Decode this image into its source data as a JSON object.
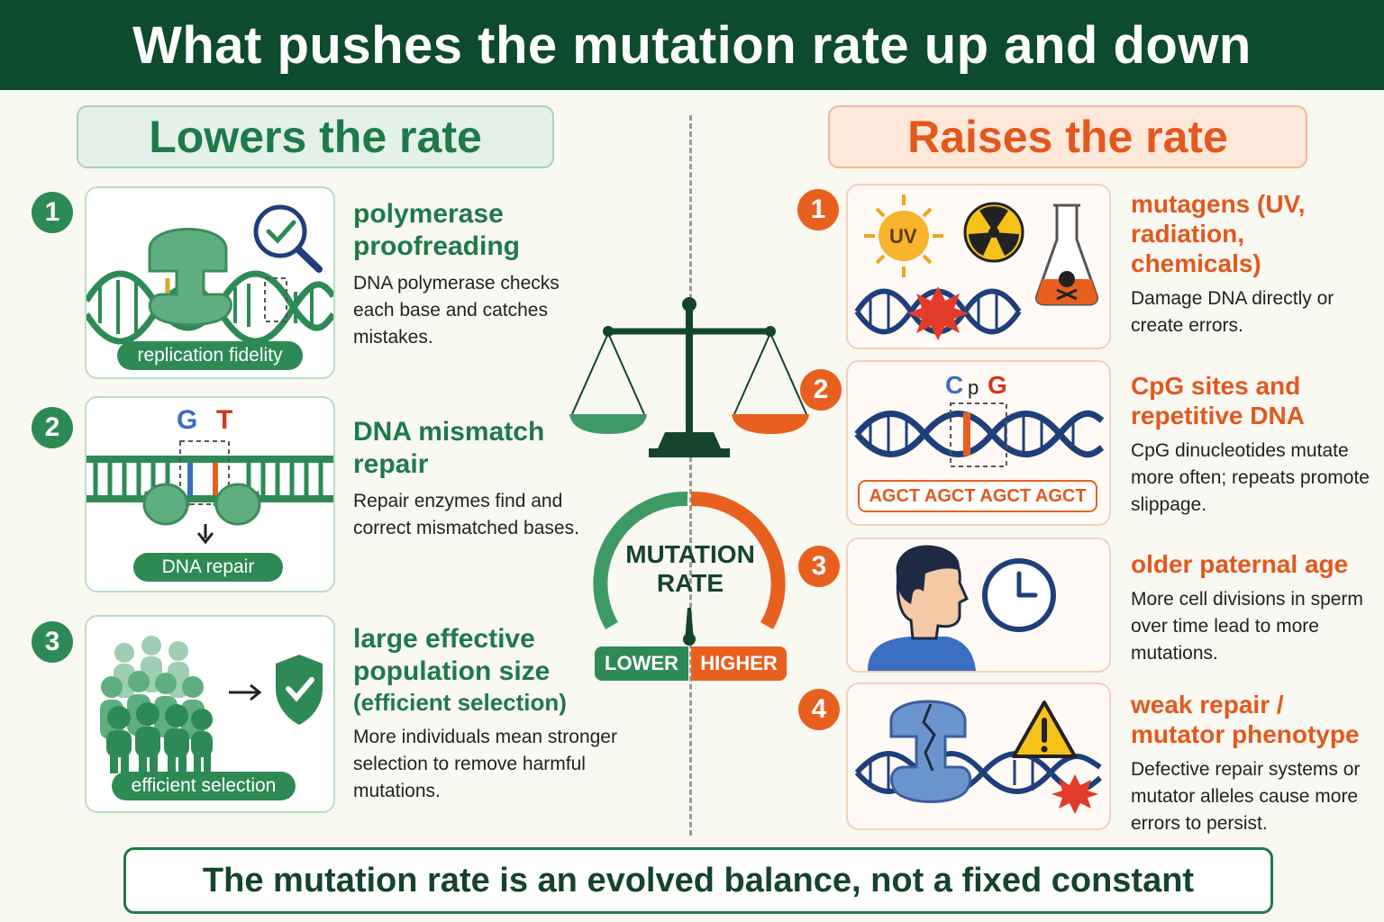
{
  "title": "What pushes the mutation rate up and down",
  "lowers": {
    "heading": "Lowers the rate",
    "items": [
      {
        "num": "1",
        "title": "polymerase proofreading",
        "subtitle": "",
        "desc": "DNA polymerase checks each base and catches mistakes.",
        "tag": "replication fidelity"
      },
      {
        "num": "2",
        "title": "DNA mismatch repair",
        "subtitle": "",
        "desc": "Repair enzymes find and correct mismatched bases.",
        "tag": "DNA repair",
        "letters": [
          "G",
          "T"
        ]
      },
      {
        "num": "3",
        "title": "large effective population size",
        "subtitle": "(efficient selection)",
        "desc": "More individuals mean stronger selection to remove harmful mutations.",
        "tag": "efficient selection"
      }
    ]
  },
  "raises": {
    "heading": "Raises the rate",
    "items": [
      {
        "num": "1",
        "title": "mutagens (UV, radiation, chemicals)",
        "desc": "Damage DNA directly or create errors.",
        "badge": "UV"
      },
      {
        "num": "2",
        "title": "CpG sites and repetitive DNA",
        "desc": "CpG dinucleotides mutate more often; repeats promote slippage.",
        "cpg": [
          "C",
          "p",
          "G"
        ],
        "repeat": "AGCT AGCT AGCT AGCT"
      },
      {
        "num": "3",
        "title": "older paternal age",
        "desc": "More cell divisions in sperm over time lead to more mutations."
      },
      {
        "num": "4",
        "title": "weak repair / mutator phenotype",
        "desc": "Defective repair systems or mutator alleles cause more errors to persist."
      }
    ]
  },
  "gauge": {
    "label_line1": "MUTATION",
    "label_line2": "RATE",
    "low": "LOWER",
    "high": "HIGHER"
  },
  "footer": "The mutation rate is an evolved balance, not a fixed constant",
  "colors": {
    "green": "#2e8a55",
    "dark_green": "#0e4a2c",
    "orange": "#e8601f",
    "navy": "#1e3f7a"
  },
  "icons": [
    "magnifier-check-icon",
    "polymerase-icon",
    "dna-helix-icon",
    "repair-enzyme-icon",
    "people-group-icon",
    "shield-check-icon",
    "sun-icon",
    "radiation-icon",
    "poison-flask-icon",
    "damage-burst-icon",
    "person-profile-icon",
    "clock-icon",
    "broken-polymerase-icon",
    "warning-icon",
    "balance-scale-icon",
    "gauge-icon"
  ]
}
